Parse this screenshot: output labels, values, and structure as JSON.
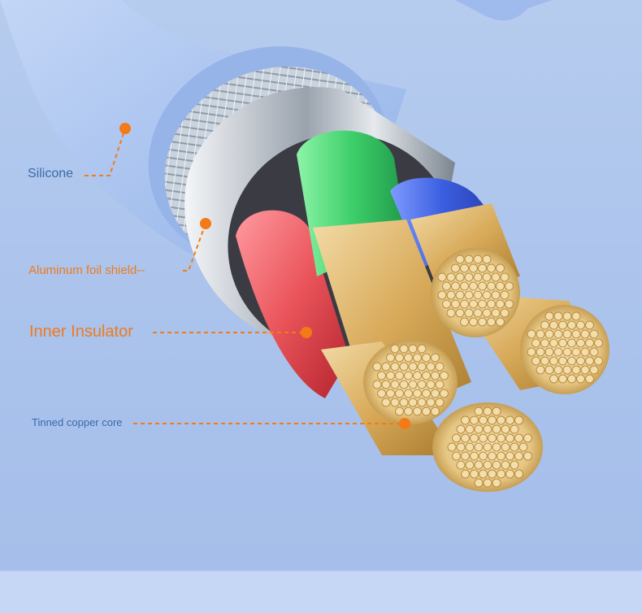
{
  "colors": {
    "background": "#aec6ee",
    "bottom_band": "#c6d7f6",
    "jacket": "#a7c1ef",
    "accent_orange": "#f47a17",
    "label_blue": "#3a6aa8",
    "label_orange": "#ef7a1e",
    "red_insulator": "#e9545a",
    "green_insulator": "#3fcf6a",
    "blue_insulator": "#3a5ee0",
    "copper": "#e8c98a"
  },
  "labels": {
    "silicone": "Silicone",
    "aluminum_foil": "Aluminum foil shield--",
    "inner_insulator": "Inner Insulator",
    "tinned_copper": "Tinned copper core"
  }
}
